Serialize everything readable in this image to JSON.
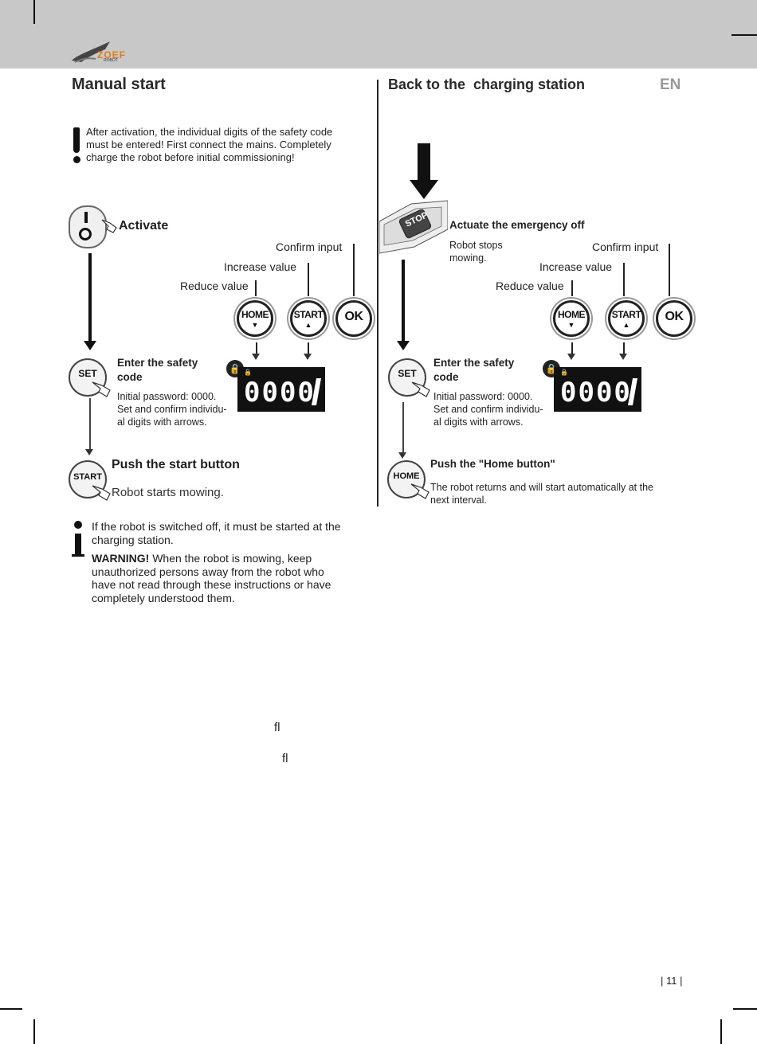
{
  "header": {
    "logo_text": "ZOEF",
    "logo_sub": "ROBOT",
    "language": "EN"
  },
  "left": {
    "title": "Manual start",
    "warning_text": "After activation, the individual digits of the safety code must be entered! First connect the mains. Completely charge the robot before initial commissioning!",
    "activate_label": "Activate",
    "confirm_input": "Confirm input",
    "increase_value": "Increase value",
    "reduce_value": "Reduce value",
    "btn_home": "HOME",
    "btn_start": "START",
    "btn_ok": "OK",
    "btn_set": "SET",
    "safety_code_title": "Enter the safety code",
    "safety_code_desc": "Initial password: 0000. Set and confirm individu-al digits with arrows.",
    "display_digits": "0000",
    "push_start_title": "Push the start button",
    "push_start_desc": "Robot starts mowing.",
    "info_text": "If the robot is switched off, it must be started at the charging station.",
    "warning_label": "WARNING!",
    "warning_body": " When the robot is mowing, keep unauthorized persons away from the robot who have not read through these instructions or have completely understood them."
  },
  "right": {
    "title": "Back to the  charging station",
    "stop_label": "STOP",
    "emergency_title": "Actuate the emergency off",
    "emergency_desc": "Robot stops mowing.",
    "confirm_input": "Confirm input",
    "increase_value": "Increase value",
    "reduce_value": "Reduce value",
    "btn_home": "HOME",
    "btn_start": "START",
    "btn_ok": "OK",
    "btn_set": "SET",
    "safety_code_title": "Enter the safety code",
    "safety_code_desc": "Initial password: 0000. Set and confirm individu-al digits with arrows.",
    "display_digits": "0000",
    "push_home_title": "Push the \"Home button\"",
    "push_home_desc": "The robot returns and will start automatically at the next interval."
  },
  "stray_glyph_1": "ﬂ",
  "stray_glyph_2": "ﬂ",
  "page_number": "| 11 |"
}
